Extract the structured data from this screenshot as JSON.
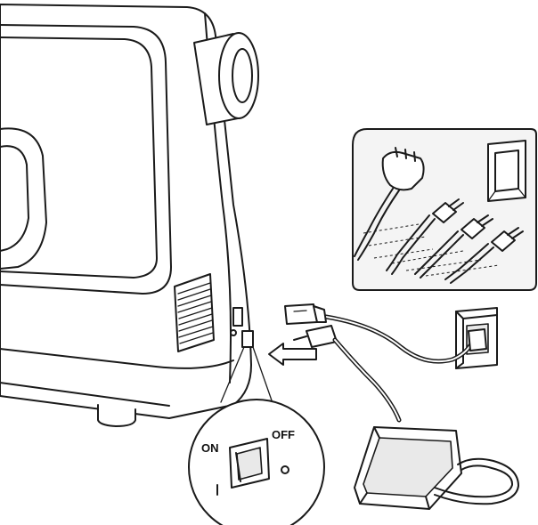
{
  "labels": {
    "on": "ON",
    "off": "OFF"
  },
  "colors": {
    "line": "#1a1a1a",
    "background": "#ffffff",
    "inset_fill": "#f4f4f4"
  },
  "icons": [
    "sewing-machine",
    "power-switch",
    "wall-socket",
    "foot-controller",
    "ac-adapter",
    "power-plug"
  ]
}
